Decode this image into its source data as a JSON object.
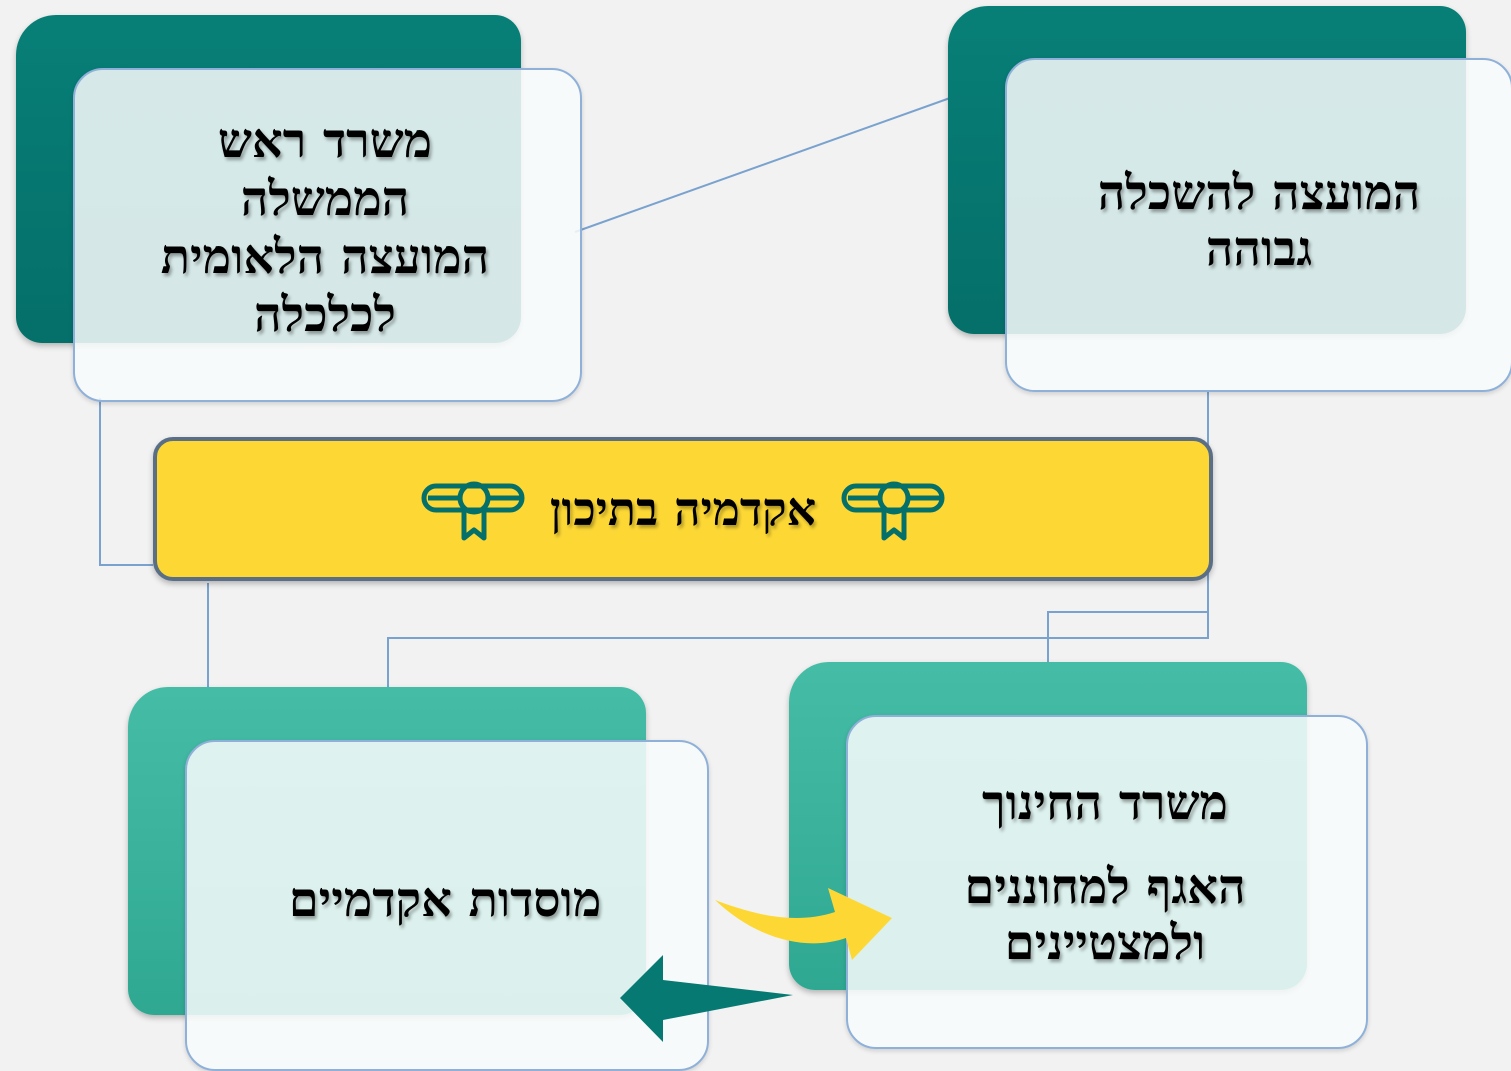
{
  "banner": {
    "title": "אקדמיה בתיכון",
    "icon_left": "diploma-icon",
    "icon_right": "diploma-icon",
    "color": "#fdd835"
  },
  "boxes": {
    "pmo": {
      "lines": [
        "משרד ראש",
        "הממשלה",
        "המועצה הלאומית",
        "לכלכלה"
      ],
      "color": "#077f77"
    },
    "che": {
      "lines": [
        "המועצה להשכלה",
        "גבוהה"
      ],
      "color": "#077f77"
    },
    "institutions": {
      "lines": [
        "מוסדות אקדמיים"
      ],
      "color": "#2fa892"
    },
    "education": {
      "lines": [
        "משרד החינוך",
        "האגף למחוננים",
        "ולמצטיינים"
      ],
      "color": "#2fa892"
    }
  },
  "arrows": {
    "yellow": {
      "icon": "curved-arrow-icon",
      "color": "#fdd835"
    },
    "teal": {
      "icon": "left-arrow-icon",
      "color": "#077f77"
    }
  }
}
